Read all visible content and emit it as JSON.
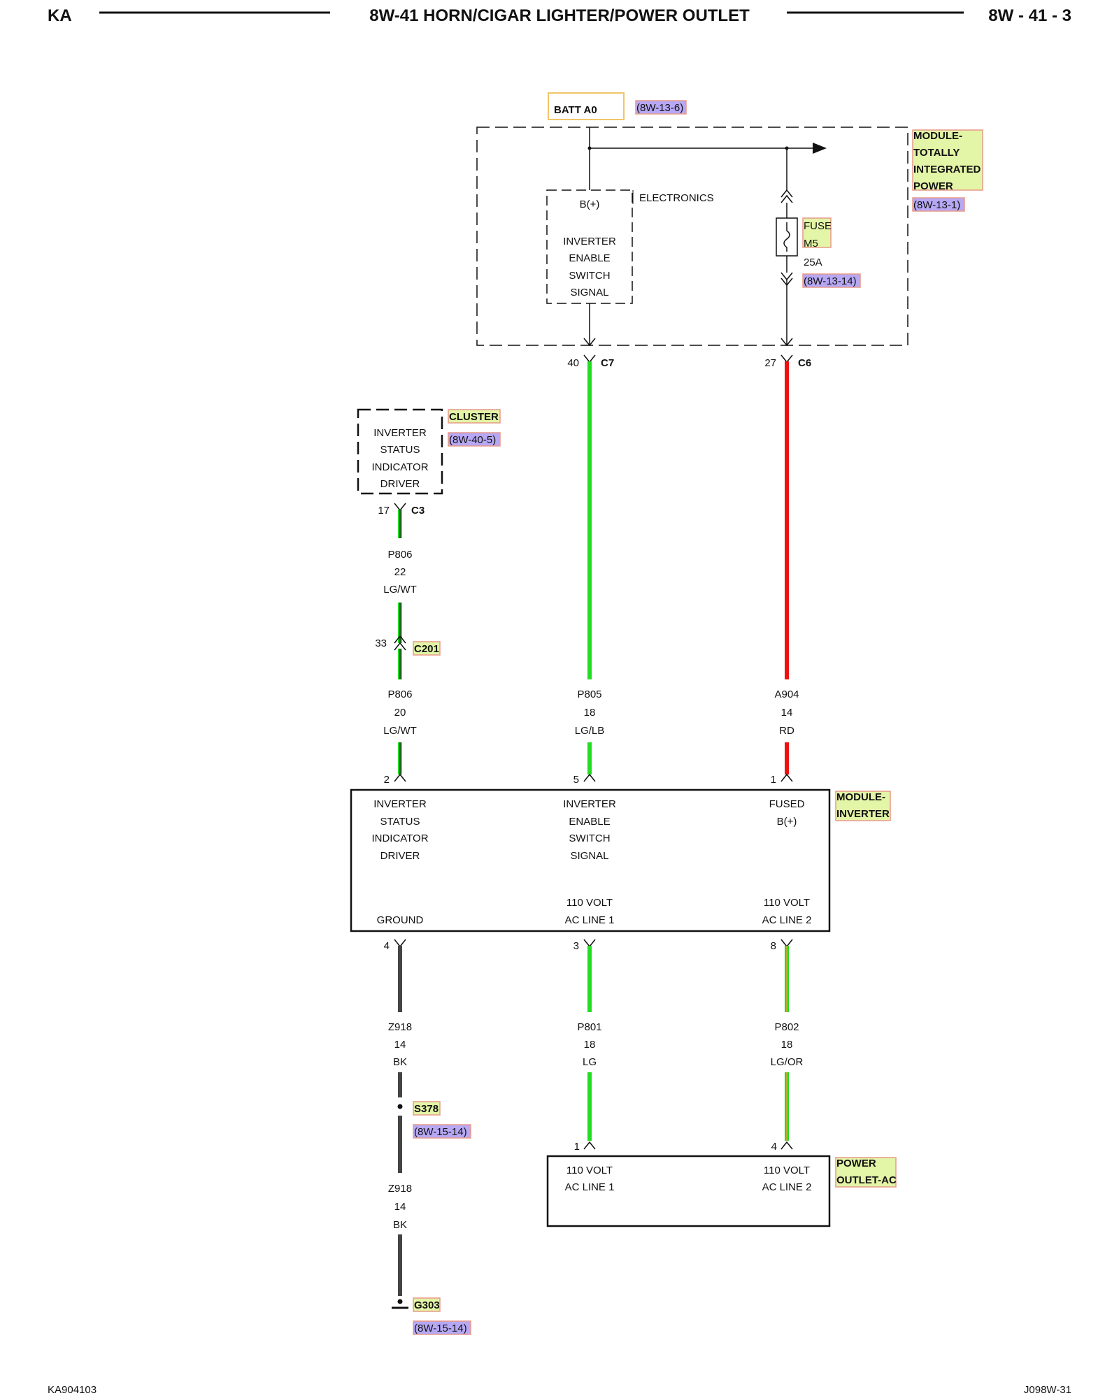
{
  "header": {
    "left": "KA",
    "title": "8W-41 HORN/CIGAR LIGHTER/POWER OUTLET",
    "page_ref": "8W - 41 - 3"
  },
  "footer": {
    "left": "KA904103",
    "right": "J098W-31"
  },
  "batt": {
    "label": "BATT A0",
    "ref": "(8W-13-6)"
  },
  "tipm": {
    "name_lines": [
      "MODULE-",
      "TOTALLY",
      "INTEGRATED",
      "POWER"
    ],
    "ref": "(8W-13-1)",
    "electronics": "ELECTRONICS",
    "bplus": "B(+)",
    "signal_lines": [
      "INVERTER",
      "ENABLE",
      "SWITCH",
      "SIGNAL"
    ],
    "fuse_lines": [
      "FUSE",
      "M5"
    ],
    "fuse_rating": "25A",
    "fuse_ref": "(8W-13-14)",
    "pin_c7": "40",
    "conn_c7": "C7",
    "pin_c6": "27",
    "conn_c6": "C6"
  },
  "cluster": {
    "name": "CLUSTER",
    "ref": "(8W-40-5)",
    "lines": [
      "INVERTER",
      "STATUS",
      "INDICATOR",
      "DRIVER"
    ],
    "pin": "17",
    "conn": "C3"
  },
  "wire_p806_upper": {
    "circuit": "P806",
    "gauge": "22",
    "color": "LG/WT"
  },
  "c201": {
    "pin": "33",
    "conn": "C201"
  },
  "wire_p806_lower": {
    "circuit": "P806",
    "gauge": "20",
    "color": "LG/WT"
  },
  "wire_p805": {
    "circuit": "P805",
    "gauge": "18",
    "color": "LG/LB"
  },
  "wire_a904": {
    "circuit": "A904",
    "gauge": "14",
    "color": "RD"
  },
  "inverter": {
    "name_lines": [
      "MODULE-",
      "INVERTER"
    ],
    "pin_top_left": "2",
    "pin_top_mid": "5",
    "pin_top_right": "1",
    "status_lines": [
      "INVERTER",
      "STATUS",
      "INDICATOR",
      "DRIVER"
    ],
    "enable_lines": [
      "INVERTER",
      "ENABLE",
      "SWITCH",
      "SIGNAL"
    ],
    "fused_lines": [
      "FUSED",
      "B(+)"
    ],
    "ground": "GROUND",
    "ac1_lines": [
      "110 VOLT",
      "AC LINE 1"
    ],
    "ac2_lines": [
      "110 VOLT",
      "AC LINE 2"
    ],
    "pin_bot_left": "4",
    "pin_bot_mid": "3",
    "pin_bot_right": "8"
  },
  "wire_z918_upper": {
    "circuit": "Z918",
    "gauge": "14",
    "color": "BK"
  },
  "wire_p801": {
    "circuit": "P801",
    "gauge": "18",
    "color": "LG"
  },
  "wire_p802": {
    "circuit": "P802",
    "gauge": "18",
    "color": "LG/OR"
  },
  "splice": {
    "name": "S378",
    "ref": "(8W-15-14)"
  },
  "wire_z918_lower": {
    "circuit": "Z918",
    "gauge": "14",
    "color": "BK"
  },
  "ground_point": {
    "name": "G303",
    "ref": "(8W-15-14)"
  },
  "outlet": {
    "name_lines": [
      "POWER",
      "OUTLET-AC"
    ],
    "pin_left": "1",
    "pin_right": "4",
    "ac1_lines": [
      "110 VOLT",
      "AC LINE 1"
    ],
    "ac2_lines": [
      "110 VOLT",
      "AC LINE 2"
    ]
  },
  "colors": {
    "wire_green": "#22dd22",
    "wire_red": "#ee1111",
    "wire_black": "#444444",
    "wire_orange_stripe": "#e8a030",
    "highlight_yellow": "#e3f5a6",
    "highlight_blue": "#b7a8f5",
    "batt_box_border": "#f2c46a"
  }
}
